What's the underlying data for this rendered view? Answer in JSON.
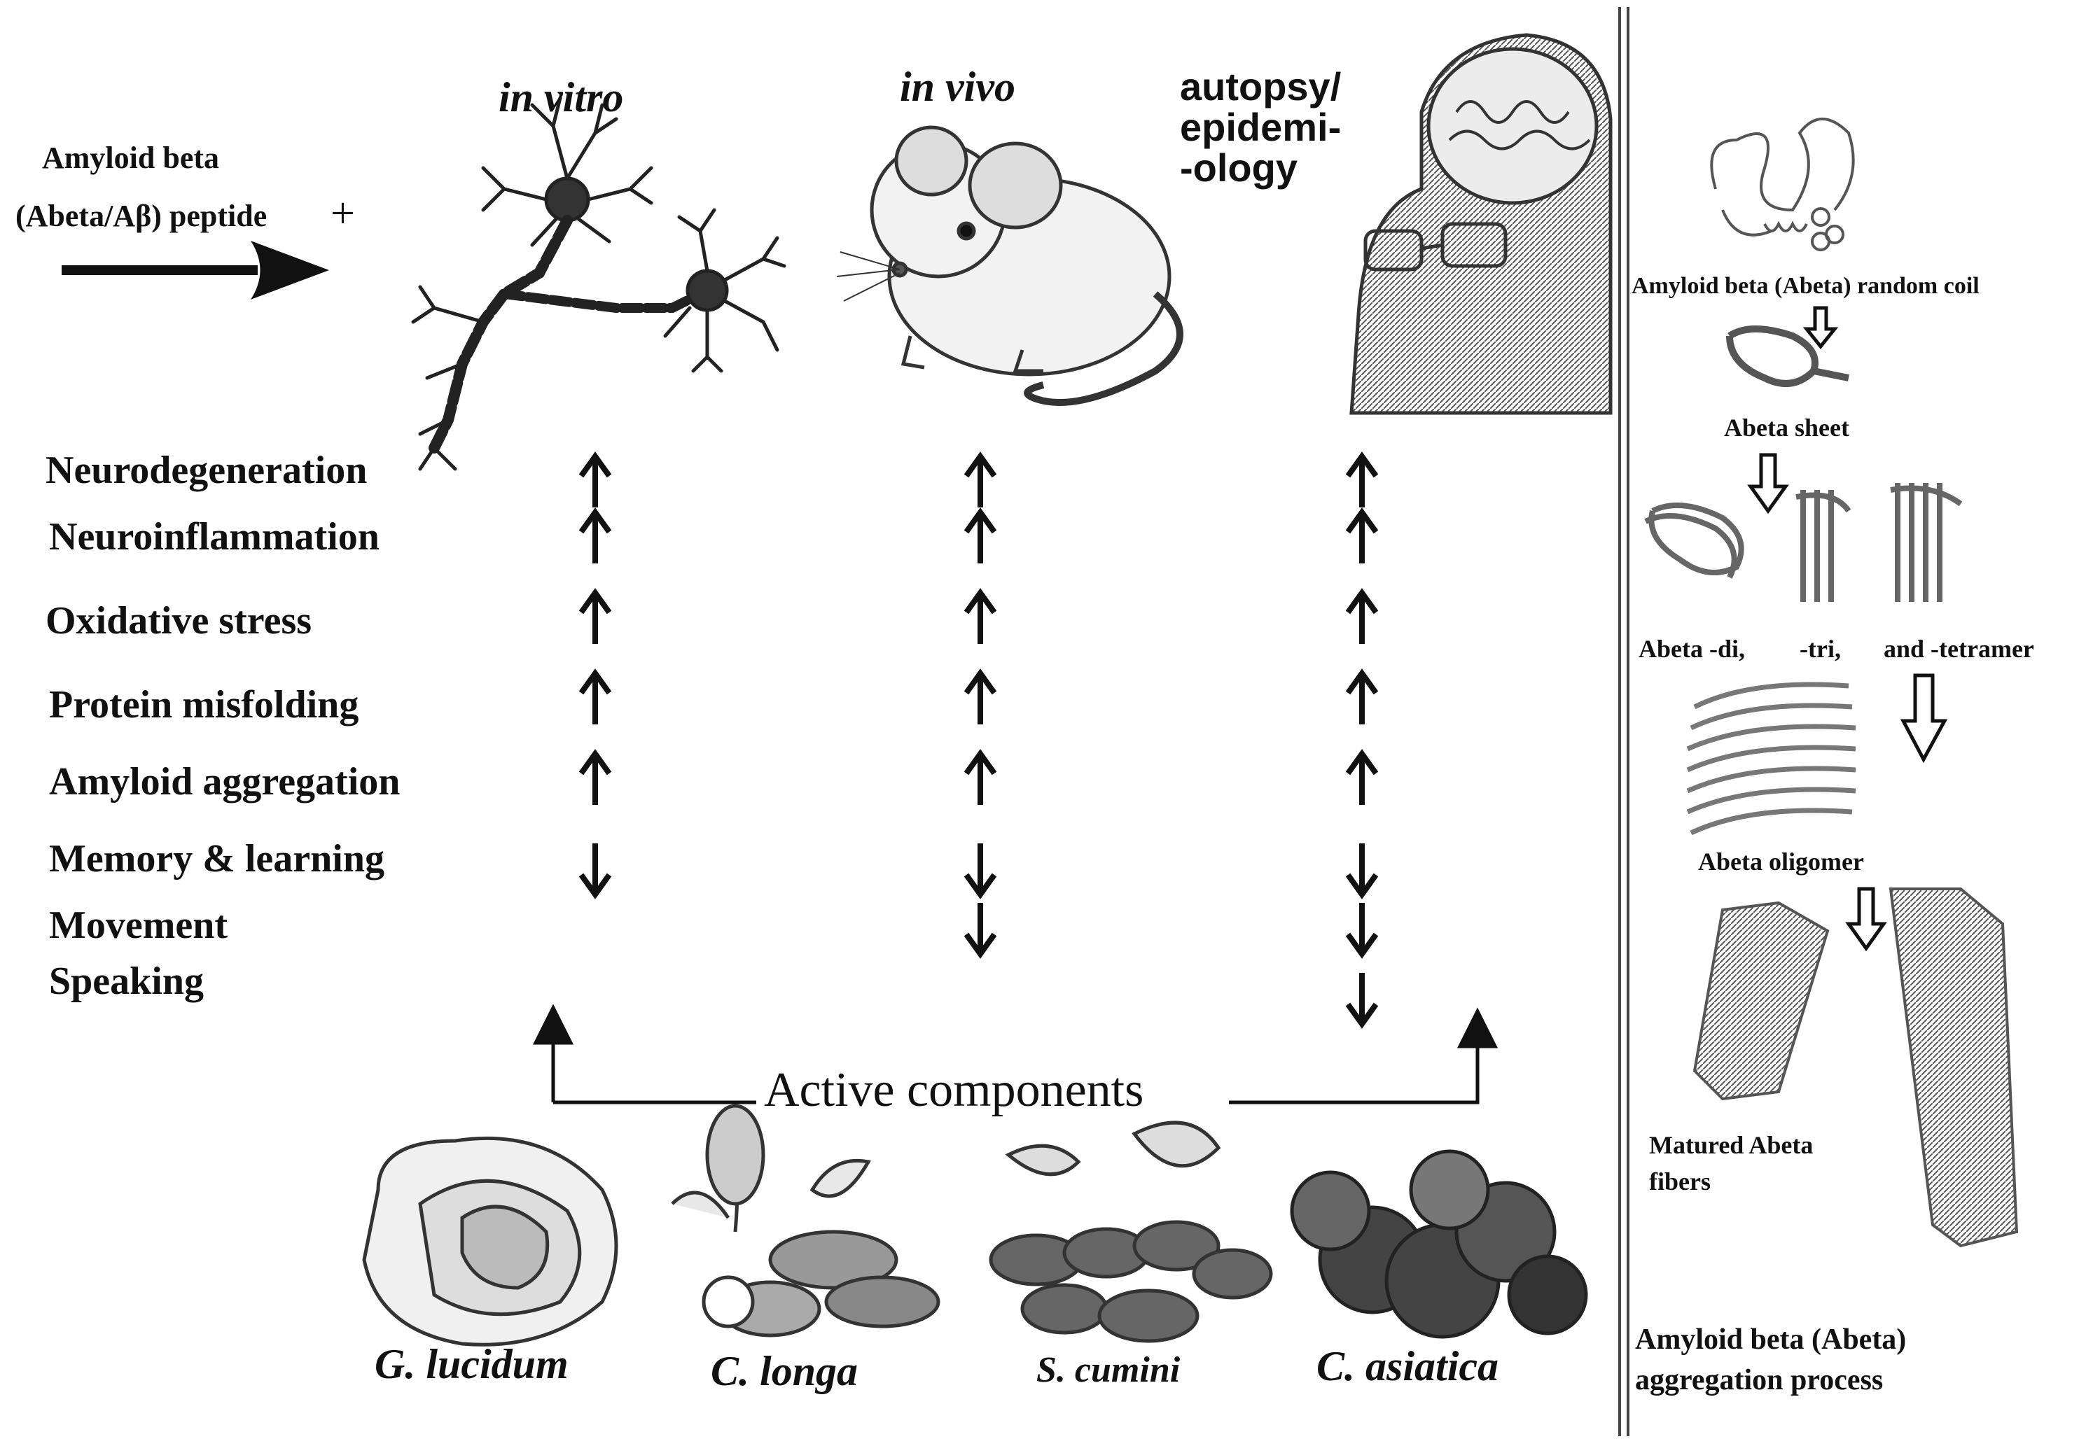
{
  "header": {
    "input_line1": "Amyloid beta",
    "input_line2": "(Abeta/Aβ) peptide",
    "plus": "+",
    "model_in_vitro": "in vitro",
    "model_in_vivo": "in vivo",
    "model_autopsy_line1": "autopsy/",
    "model_autopsy_line2": "epidemi-",
    "model_autopsy_line3": "-ology"
  },
  "effects": [
    {
      "label": "Neurodegeneration",
      "in_vitro": "up",
      "in_vivo": "up",
      "autopsy": "up"
    },
    {
      "label": "Neuroinflammation",
      "in_vitro": "up",
      "in_vivo": "up",
      "autopsy": "up"
    },
    {
      "label": "Oxidative stress",
      "in_vitro": "up",
      "in_vivo": "up",
      "autopsy": "up"
    },
    {
      "label": "Protein misfolding",
      "in_vitro": "up",
      "in_vivo": "up",
      "autopsy": "up"
    },
    {
      "label": "Amyloid aggregation",
      "in_vitro": "up",
      "in_vivo": "up",
      "autopsy": "up"
    },
    {
      "label": "Memory & learning",
      "in_vitro": "down",
      "in_vivo": "down",
      "autopsy": "down"
    },
    {
      "label": "Movement",
      "in_vitro": "none",
      "in_vivo": "down",
      "autopsy": "down"
    },
    {
      "label": "Speaking",
      "in_vitro": "none",
      "in_vivo": "none",
      "autopsy": "down"
    }
  ],
  "active_components": "Active components",
  "plants": [
    {
      "name": "G. lucidum",
      "icon": "mushroom-icon"
    },
    {
      "name": "C. longa",
      "icon": "turmeric-icon"
    },
    {
      "name": "S. cumini",
      "icon": "jamun-icon"
    },
    {
      "name": "C. asiatica",
      "icon": "gotu-kola-icon"
    }
  ],
  "aggregation": {
    "random_coil": "Amyloid beta (Abeta) random coil",
    "sheet": "Abeta sheet",
    "di": "Abeta -di,",
    "tri": "-tri,",
    "tetra": "and -tetramer",
    "oligomer": "Abeta oligomer",
    "fibers_line1": "Matured Abeta",
    "fibers_line2": "fibers",
    "title_line1": "Amyloid beta (Abeta)",
    "title_line2": "aggregation process"
  }
}
